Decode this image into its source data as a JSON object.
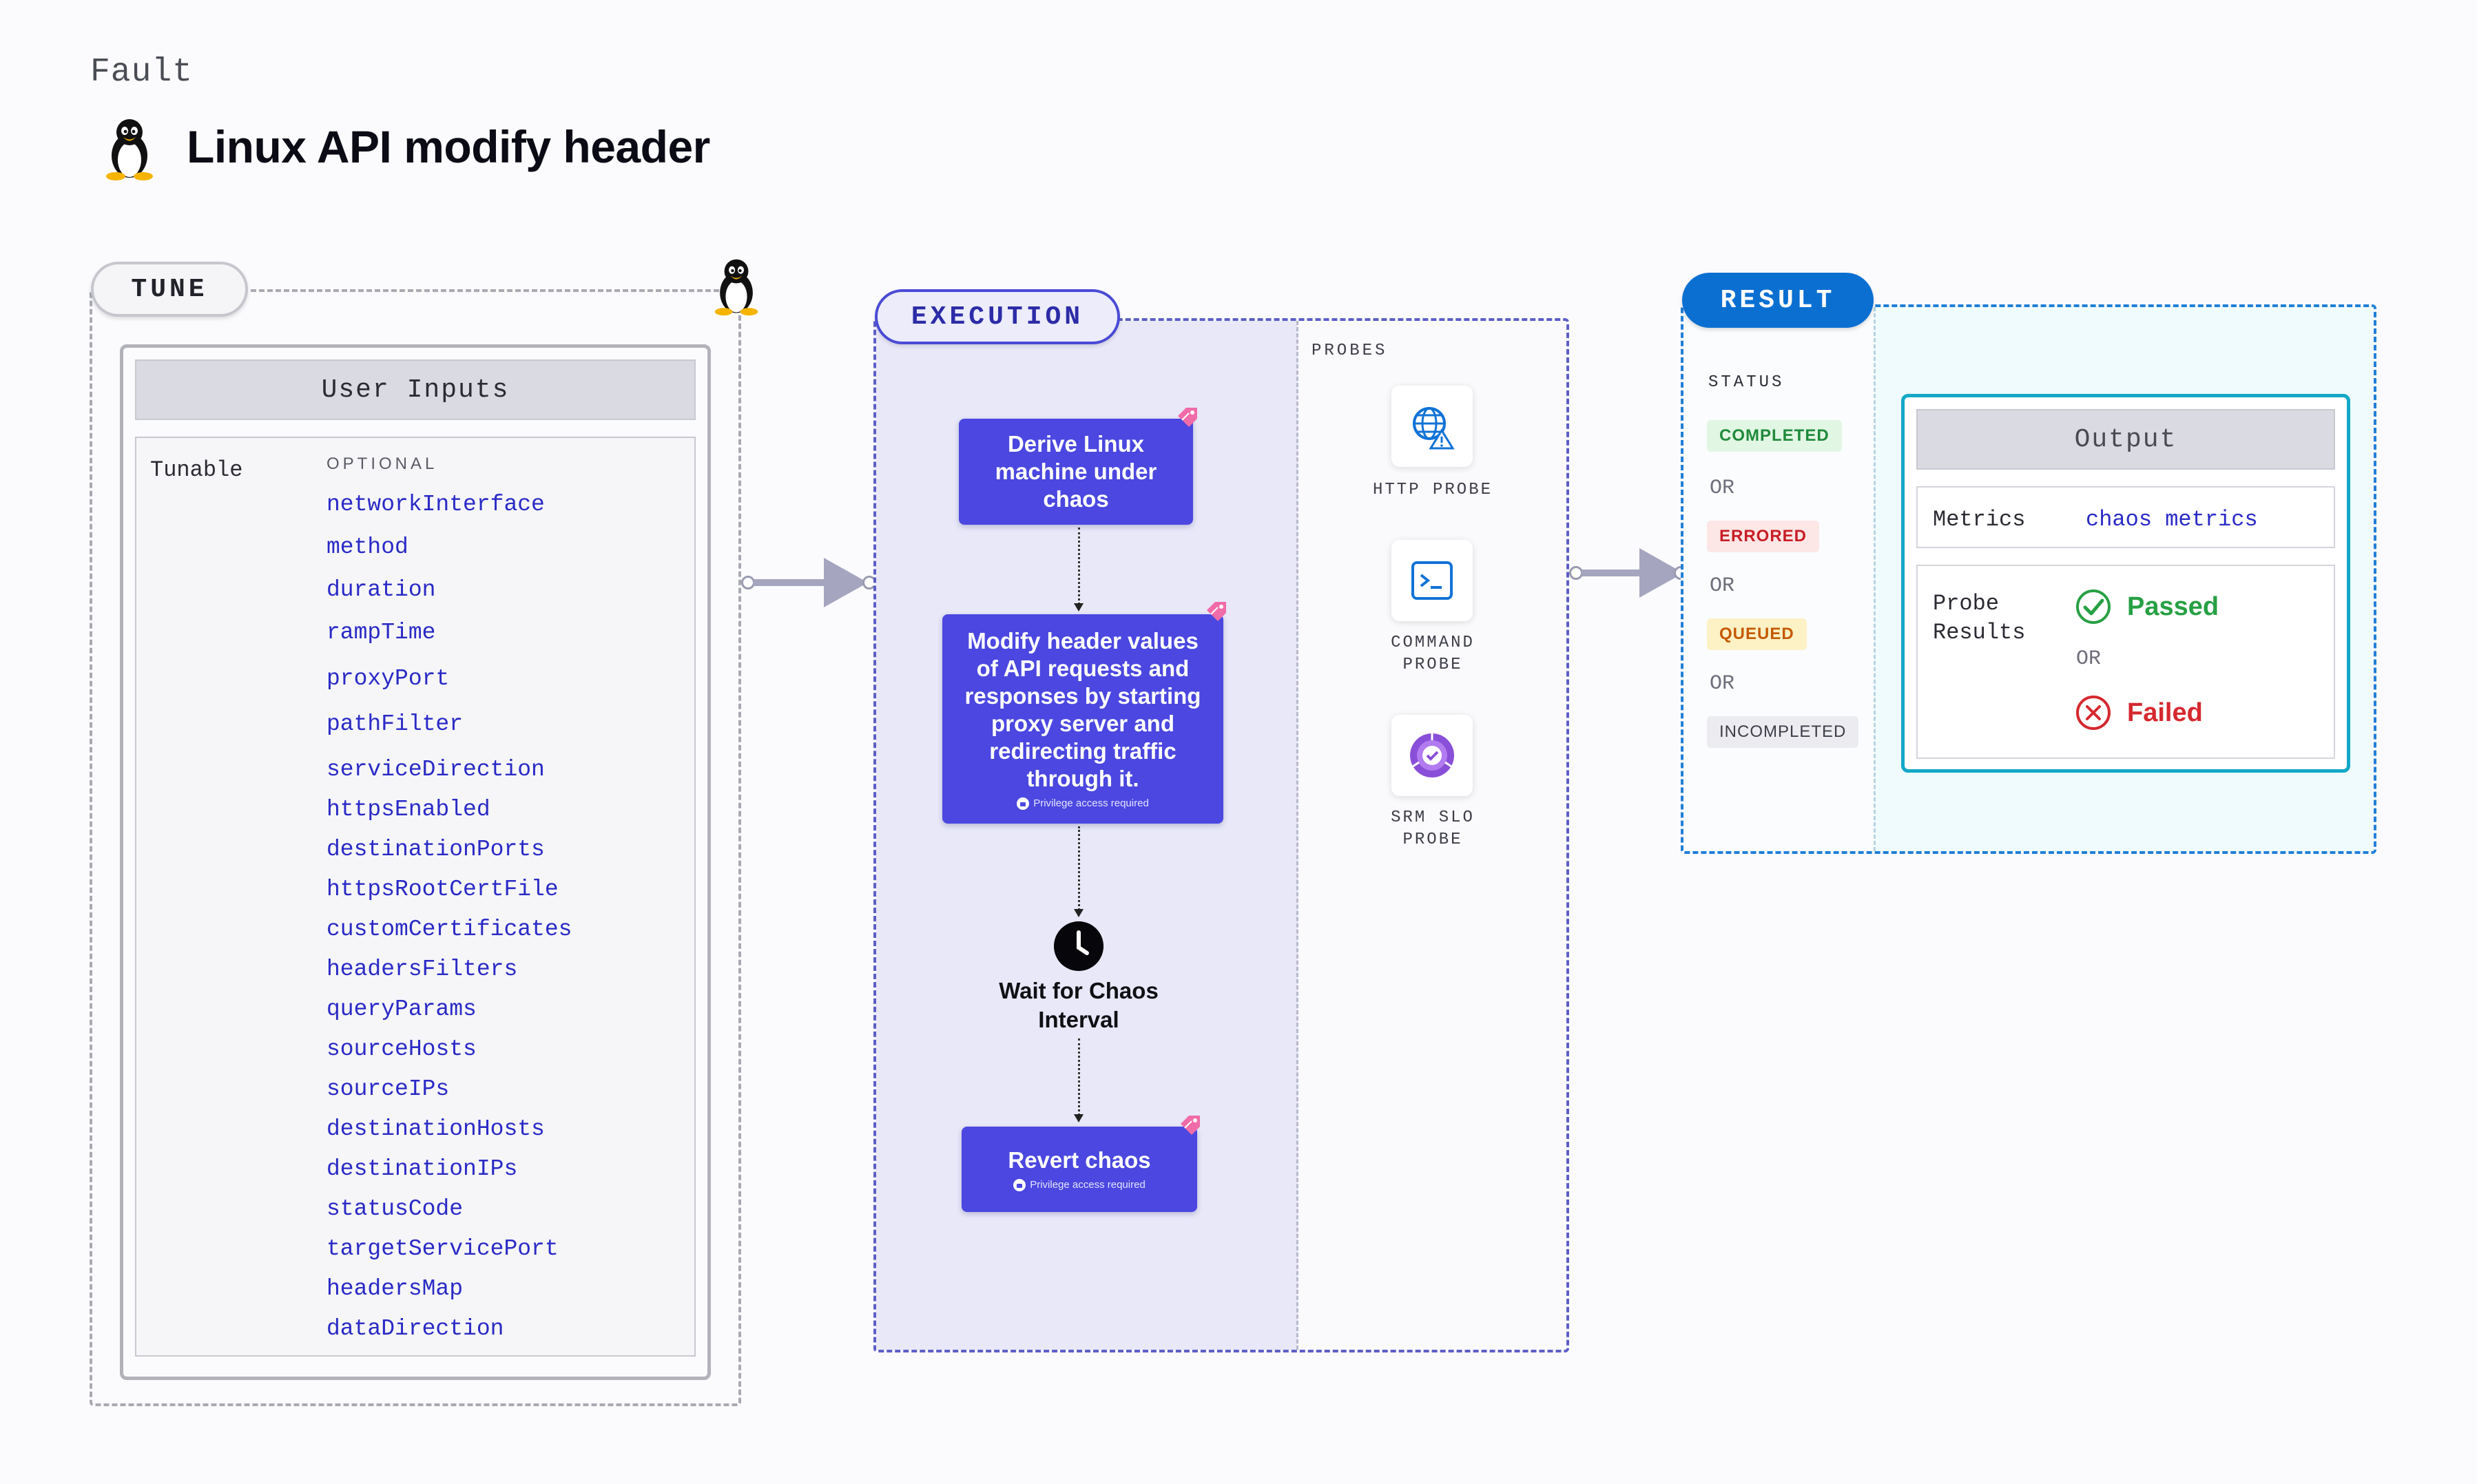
{
  "header": {
    "eyebrow": "Fault",
    "title": "Linux API modify header",
    "icon": "linux-penguin-icon"
  },
  "tune": {
    "pill_label": "TUNE",
    "panel_title": "User Inputs",
    "tunable_label": "Tunable",
    "optional_label": "OPTIONAL",
    "params": [
      "networkInterface",
      "method",
      "duration",
      "rampTime",
      "proxyPort",
      "pathFilter",
      "serviceDirection",
      "httpsEnabled",
      "destinationPorts",
      "httpsRootCertFile",
      "customCertificates",
      "headersFilters",
      "queryParams",
      "sourceHosts",
      "sourceIPs",
      "destinationHosts",
      "destinationIPs",
      "statusCode",
      "targetServicePort",
      "headersMap",
      "dataDirection"
    ]
  },
  "execution": {
    "pill_label": "EXECUTION",
    "steps": {
      "derive": "Derive Linux machine under chaos",
      "modify": "Modify header values of API requests and responses by starting proxy server and redirecting traffic through it.",
      "modify_note": "Privilege access required",
      "wait": "Wait for Chaos Interval",
      "revert": "Revert chaos",
      "revert_note": "Privilege access required"
    },
    "probes_label": "PROBES",
    "probes": [
      {
        "label": "HTTP PROBE",
        "icon": "globe-warning-icon"
      },
      {
        "label": "COMMAND PROBE",
        "icon": "terminal-icon"
      },
      {
        "label": "SRM SLO PROBE",
        "icon": "slo-check-icon"
      }
    ]
  },
  "result": {
    "pill_label": "RESULT",
    "status_label": "STATUS",
    "or_label": "OR",
    "statuses": [
      {
        "label": "COMPLETED",
        "color": "#1f8a3b",
        "bg": "#e2f6e4"
      },
      {
        "label": "ERRORED",
        "color": "#c81e25",
        "bg": "#fde6e6"
      },
      {
        "label": "QUEUED",
        "color": "#c45a00",
        "bg": "#fdf1c6"
      },
      {
        "label": "INCOMPLETED",
        "color": "#3d3d48",
        "bg": "#ececf0"
      }
    ],
    "output": {
      "title": "Output",
      "metrics_label": "Metrics",
      "metrics_value": "chaos metrics",
      "probe_results_label": "Probe Results",
      "passed": "Passed",
      "or": "OR",
      "failed": "Failed"
    }
  },
  "colors": {
    "accent_purple": "#4b47e0",
    "result_blue": "#0b6fd1",
    "output_border": "#14a8c8",
    "param_text": "#2a2ac6"
  }
}
